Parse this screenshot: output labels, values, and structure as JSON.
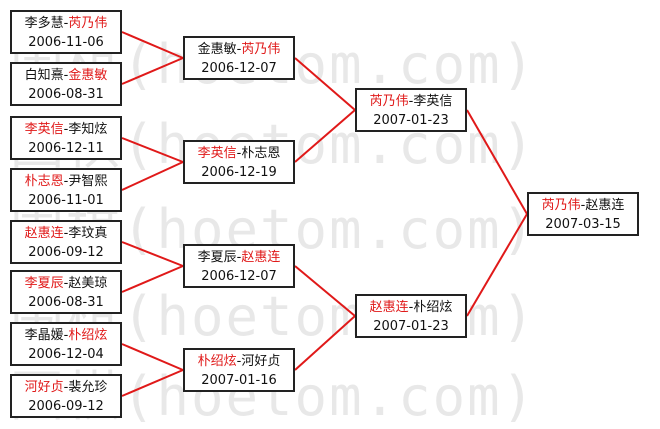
{
  "colors": {
    "winner": "#e01919",
    "text": "#111111",
    "line": "#e01919",
    "border": "#222222"
  },
  "watermark": {
    "text": "围棋(hoetom.com)"
  },
  "matches": [
    {
      "id": "r1m1",
      "p1": "李多慧",
      "p2": "芮乃伟",
      "winner": 2,
      "date": "2006-11-06"
    },
    {
      "id": "r1m2",
      "p1": "白知熹",
      "p2": "金惠敏",
      "winner": 2,
      "date": "2006-08-31"
    },
    {
      "id": "r1m3",
      "p1": "李英信",
      "p2": "李知炫",
      "winner": 1,
      "date": "2006-12-11"
    },
    {
      "id": "r1m4",
      "p1": "朴志恩",
      "p2": "尹智熙",
      "winner": 1,
      "date": "2006-11-01"
    },
    {
      "id": "r1m5",
      "p1": "赵惠连",
      "p2": "李玟真",
      "winner": 1,
      "date": "2006-09-12"
    },
    {
      "id": "r1m6",
      "p1": "李夏辰",
      "p2": "赵美琼",
      "winner": 1,
      "date": "2006-08-31"
    },
    {
      "id": "r1m7",
      "p1": "李晶媛",
      "p2": "朴绍炫",
      "winner": 2,
      "date": "2006-12-04"
    },
    {
      "id": "r1m8",
      "p1": "河好贞",
      "p2": "裴允珍",
      "winner": 1,
      "date": "2006-09-12"
    },
    {
      "id": "r2m1",
      "p1": "金惠敏",
      "p2": "芮乃伟",
      "winner": 2,
      "date": "2006-12-07"
    },
    {
      "id": "r2m2",
      "p1": "李英信",
      "p2": "朴志恩",
      "winner": 1,
      "date": "2006-12-19"
    },
    {
      "id": "r2m3",
      "p1": "李夏辰",
      "p2": "赵惠连",
      "winner": 2,
      "date": "2006-12-07"
    },
    {
      "id": "r2m4",
      "p1": "朴绍炫",
      "p2": "河好贞",
      "winner": 1,
      "date": "2007-01-16"
    },
    {
      "id": "r3m1",
      "p1": "芮乃伟",
      "p2": "李英信",
      "winner": 1,
      "date": "2007-01-23"
    },
    {
      "id": "r3m2",
      "p1": "赵惠连",
      "p2": "朴绍炫",
      "winner": 1,
      "date": "2007-01-23"
    },
    {
      "id": "final",
      "p1": "芮乃伟",
      "p2": "赵惠连",
      "winner": 1,
      "date": "2007-03-15"
    }
  ]
}
